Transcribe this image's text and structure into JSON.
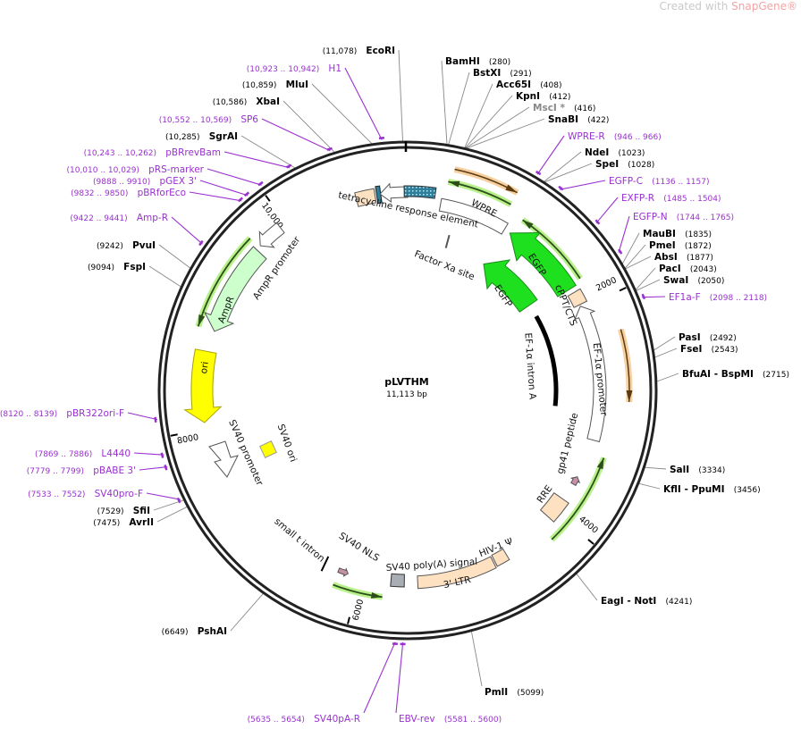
{
  "watermark": {
    "prefix": "Created with ",
    "brand": "SnapGene®"
  },
  "plasmid": {
    "name": "pLVTHM",
    "size": "11,113 bp"
  },
  "colors": {
    "primer": "#9a30d0",
    "egfp": "#1ee01e",
    "ori": "#ffff00",
    "ampr": "#ccffcc",
    "box": "#fde1c0",
    "orange": "#f0b060",
    "glow": "#b8f08a"
  },
  "ticks": [
    "2000",
    "4000",
    "6000",
    "8000",
    "10,000"
  ],
  "enzymes": [
    {
      "name": "EcoRI",
      "pos": "11,078"
    },
    {
      "name": "MluI",
      "pos": "10,859"
    },
    {
      "name": "XbaI",
      "pos": "10,586"
    },
    {
      "name": "SgrAI",
      "pos": "10,285"
    },
    {
      "name": "PvuI",
      "pos": "9242"
    },
    {
      "name": "FspI",
      "pos": "9094"
    },
    {
      "name": "BamHI",
      "pos": "280"
    },
    {
      "name": "BstXI",
      "pos": "291"
    },
    {
      "name": "Acc65I",
      "pos": "408"
    },
    {
      "name": "KpnI",
      "pos": "412"
    },
    {
      "name": "MscI *",
      "pos": "416"
    },
    {
      "name": "SnaBI",
      "pos": "422"
    },
    {
      "name": "NdeI",
      "pos": "1023"
    },
    {
      "name": "SpeI",
      "pos": "1028"
    },
    {
      "name": "MauBI",
      "pos": "1835"
    },
    {
      "name": "PmeI",
      "pos": "1872"
    },
    {
      "name": "AbsI",
      "pos": "1877"
    },
    {
      "name": "PacI",
      "pos": "2043"
    },
    {
      "name": "SwaI",
      "pos": "2050"
    },
    {
      "name": "PasI",
      "pos": "2492"
    },
    {
      "name": "FseI",
      "pos": "2543"
    },
    {
      "name": "BfuAI  - BspMI",
      "pos": "2715"
    },
    {
      "name": "SalI",
      "pos": "3334"
    },
    {
      "name": "KflI  - PpuMI",
      "pos": "3456"
    },
    {
      "name": "EagI  - NotI",
      "pos": "4241"
    },
    {
      "name": "PmlI",
      "pos": "5099"
    },
    {
      "name": "PshAI",
      "pos": "6649"
    },
    {
      "name": "SfiI",
      "pos": "7529"
    },
    {
      "name": "AvrII",
      "pos": "7475"
    }
  ],
  "primers": [
    {
      "name": "H1",
      "range": "10,923 .. 10,942"
    },
    {
      "name": "SP6",
      "range": "10,552 .. 10,569"
    },
    {
      "name": "pBRrevBam",
      "range": "10,243 .. 10,262"
    },
    {
      "name": "pRS-marker",
      "range": "10,010 .. 10,029"
    },
    {
      "name": "pGEX 3'",
      "range": "9888 .. 9910"
    },
    {
      "name": "pBRforEco",
      "range": "9832 .. 9850"
    },
    {
      "name": "Amp-R",
      "range": "9422 .. 9441"
    },
    {
      "name": "WPRE-R",
      "range": "946 .. 966"
    },
    {
      "name": "EGFP-C",
      "range": "1136 .. 1157"
    },
    {
      "name": "EXFP-R",
      "range": "1485 .. 1504"
    },
    {
      "name": "EGFP-N",
      "range": "1744 .. 1765"
    },
    {
      "name": "EF1a-F",
      "range": "2098 .. 2118"
    },
    {
      "name": "EBV-rev",
      "range": "5581 .. 5600"
    },
    {
      "name": "SV40pA-R",
      "range": "5635 .. 5654"
    },
    {
      "name": "SV40pro-F",
      "range": "7533 .. 7552"
    },
    {
      "name": "pBABE 3'",
      "range": "7779 .. 7799"
    },
    {
      "name": "L4440",
      "range": "7869 .. 7886"
    },
    {
      "name": "pBR322ori-F",
      "range": "8120 .. 8139"
    }
  ],
  "features": {
    "tre": "tetracycline response element",
    "wpre": "WPRE",
    "factor_xa": "Factor Xa site",
    "egfp1": "EGFP",
    "egfp2": "EGFP",
    "cppt": "cPPT/CTS",
    "ef1a_promoter": "EF-1α promoter",
    "ef1a_intron": "EF-1α intron A",
    "gp41": "gp41 peptide",
    "rre": "RRE",
    "hiv_psi": "HIV-1 Ψ",
    "ltr": "3' LTR",
    "sv40_polya": "SV40 poly(A) signal",
    "sv40_nls": "SV40 NLS",
    "small_t": "small t intron",
    "sv40_ori": "SV40 ori",
    "sv40_promoter": "SV40 promoter",
    "ori": "ori",
    "ampr": "AmpR",
    "ampr_promoter": "AmpR promoter"
  }
}
